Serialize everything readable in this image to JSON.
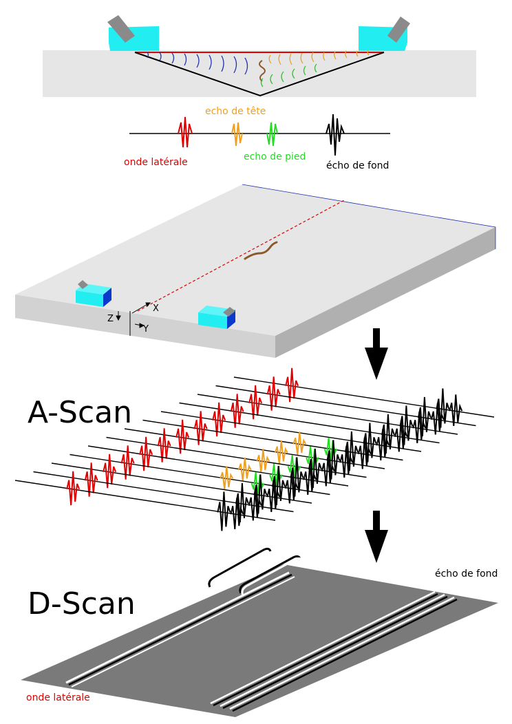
{
  "labels": {
    "echo_tete": "echo de tête",
    "onde_laterale": "onde latérale",
    "echo_pied": "echo de pied",
    "echo_fond": "écho de fond",
    "axis_z": "Z",
    "axis_x": "X",
    "axis_y": "Y",
    "ascan_title": "A-Scan",
    "dscan_title": "D-Scan",
    "dscan_echo_fond": "écho de fond",
    "dscan_onde_laterale": "onde latérale"
  },
  "colors": {
    "lateral_wave": "#e00000",
    "head_echo": "#f0a020",
    "foot_echo": "#22dd22",
    "back_wall": "#000000",
    "probe": "#22eef2",
    "probe_dark": "#0a3acc",
    "specimen": "#e6e6e6",
    "dscan_plate": "#7a7a7a",
    "crack": "#8a5a2a"
  },
  "icons": {
    "down_arrow_1": "down-arrow-icon",
    "down_arrow_2": "down-arrow-icon"
  }
}
